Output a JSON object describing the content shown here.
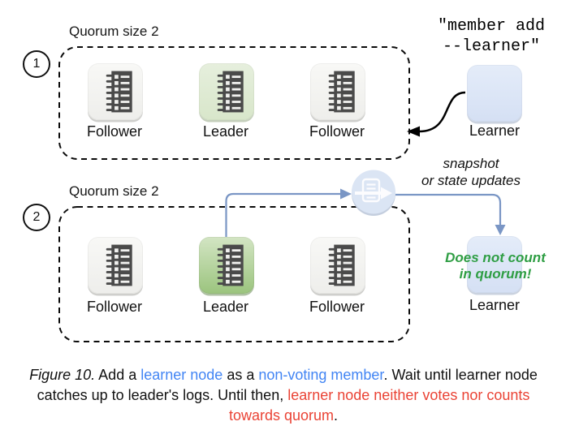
{
  "colors": {
    "caption_blue": "#4285f4",
    "caption_red": "#ea4335",
    "note_green": "#2f9e44",
    "connector_blue": "#7a96c5",
    "leader_green": "#9bc47e",
    "learner_blue": "#d5e0f4",
    "follower_gray": "#f0f0ed"
  },
  "panels": [
    {
      "step": "1",
      "quorum_label": "Quorum size 2",
      "nodes": [
        {
          "role": "Follower"
        },
        {
          "role": "Leader"
        },
        {
          "role": "Follower"
        }
      ]
    },
    {
      "step": "2",
      "quorum_label": "Quorum size 2",
      "nodes": [
        {
          "role": "Follower"
        },
        {
          "role": "Leader"
        },
        {
          "role": "Follower"
        }
      ]
    }
  ],
  "command": {
    "line1": "\"member add",
    "line2": "--learner\""
  },
  "learner_top": {
    "label": "Learner"
  },
  "snapshot": {
    "label_line1": "snapshot",
    "label_line2": "or state updates"
  },
  "learner_bottom": {
    "label": "Learner",
    "note_line1": "Does not count",
    "note_line2": "in quorum!"
  },
  "caption": {
    "segments": [
      {
        "text": "Figure 10.",
        "color": "#111111",
        "italic": true
      },
      {
        "text": " Add a ",
        "color": "#111111"
      },
      {
        "text": "learner node",
        "color": "#4285f4"
      },
      {
        "text": " as a ",
        "color": "#111111"
      },
      {
        "text": "non-voting member",
        "color": "#4285f4"
      },
      {
        "text": ". Wait until learner node catches up to leader's logs. Until then, ",
        "color": "#111111"
      },
      {
        "text": "learner node neither votes nor counts towards quorum",
        "color": "#ea4335"
      },
      {
        "text": ".",
        "color": "#111111"
      }
    ]
  }
}
